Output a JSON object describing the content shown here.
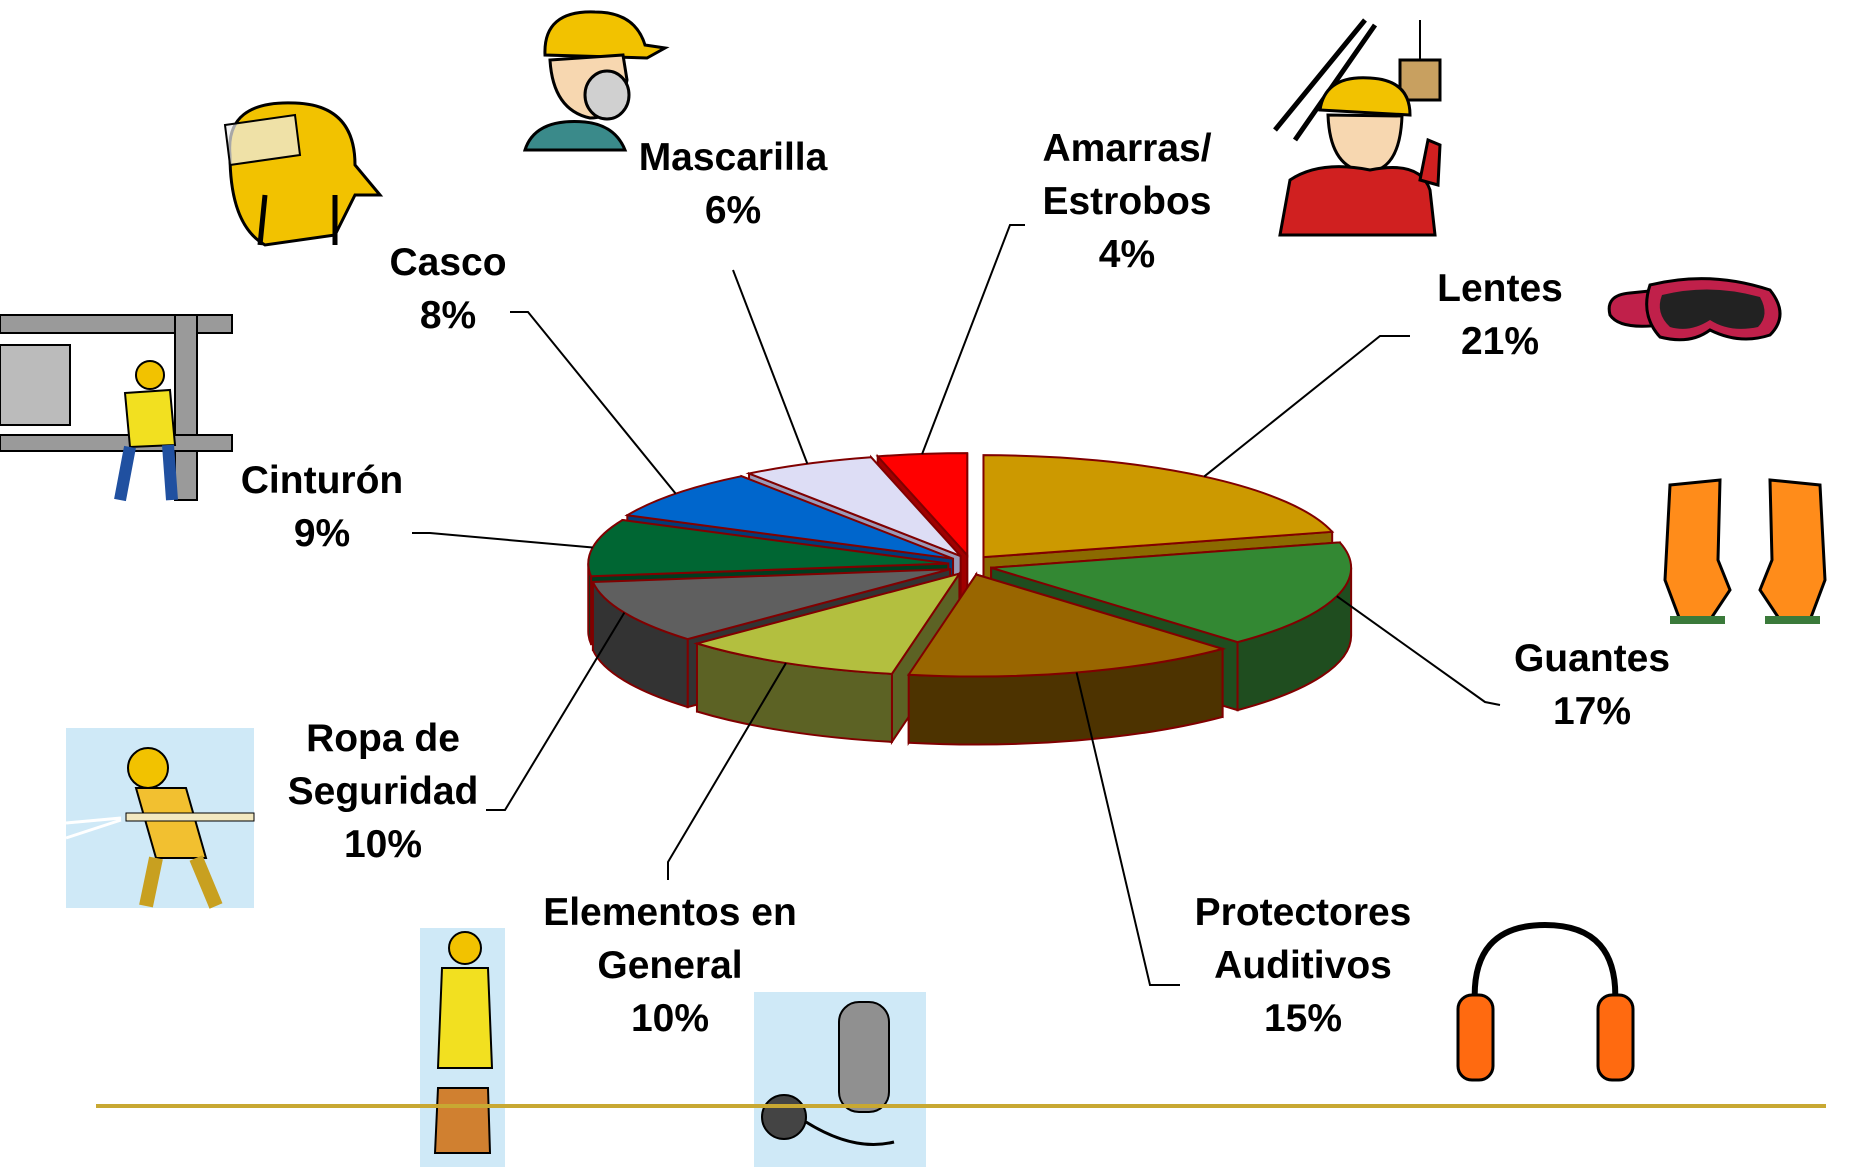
{
  "chart_data": {
    "type": "pie",
    "title": "",
    "style": "3d-exploded",
    "slices": [
      {
        "label": "Lentes",
        "lines": [
          "Lentes"
        ],
        "value": 21,
        "value_label": "21%",
        "top_color": "#cc9900",
        "side_color": "#8b6a00"
      },
      {
        "label": "Guantes",
        "lines": [
          "Guantes"
        ],
        "value": 17,
        "value_label": "17%",
        "top_color": "#338833",
        "side_color": "#1f4d1f"
      },
      {
        "label": "Protectores Auditivos",
        "lines": [
          "Protectores",
          "Auditivos"
        ],
        "value": 15,
        "value_label": "15%",
        "top_color": "#996600",
        "side_color": "#4d3300"
      },
      {
        "label": "Elementos en General",
        "lines": [
          "Elementos en",
          "General"
        ],
        "value": 10,
        "value_label": "10%",
        "top_color": "#b3bf3f",
        "side_color": "#5c6224"
      },
      {
        "label": "Ropa de Seguridad",
        "lines": [
          "Ropa de",
          "Seguridad"
        ],
        "value": 10,
        "value_label": "10%",
        "top_color": "#5f5f5f",
        "side_color": "#333333"
      },
      {
        "label": "Cinturón",
        "lines": [
          "Cinturón"
        ],
        "value": 9,
        "value_label": "9%",
        "top_color": "#006633",
        "side_color": "#003d1f"
      },
      {
        "label": "Casco",
        "lines": [
          "Casco"
        ],
        "value": 8,
        "value_label": "8%",
        "top_color": "#0066cc",
        "side_color": "#003d7a"
      },
      {
        "label": "Mascarilla",
        "lines": [
          "Mascarilla"
        ],
        "value": 6,
        "value_label": "6%",
        "top_color": "#ddddf5",
        "side_color": "#9a9ab8"
      },
      {
        "label": "Amarras/ Estrobos",
        "lines": [
          "Amarras/",
          "Estrobos"
        ],
        "value": 4,
        "value_label": "4%",
        "top_color": "#ff0000",
        "side_color": "#a00000"
      }
    ],
    "legend": "none",
    "data_labels": "outside-with-leader-lines"
  },
  "decor": {
    "footer_line_color": "#c8a832",
    "slice_border_color": "#800000",
    "illustrations": [
      "mask-worker-icon",
      "fire-helmet-icon",
      "crane-worker-icon",
      "goggles-icon",
      "beam-worker-icon",
      "gloves-icon",
      "firefighter-icon",
      "ear-protectors-icon",
      "turnout-gear-icon",
      "breathing-apparatus-icon"
    ]
  }
}
